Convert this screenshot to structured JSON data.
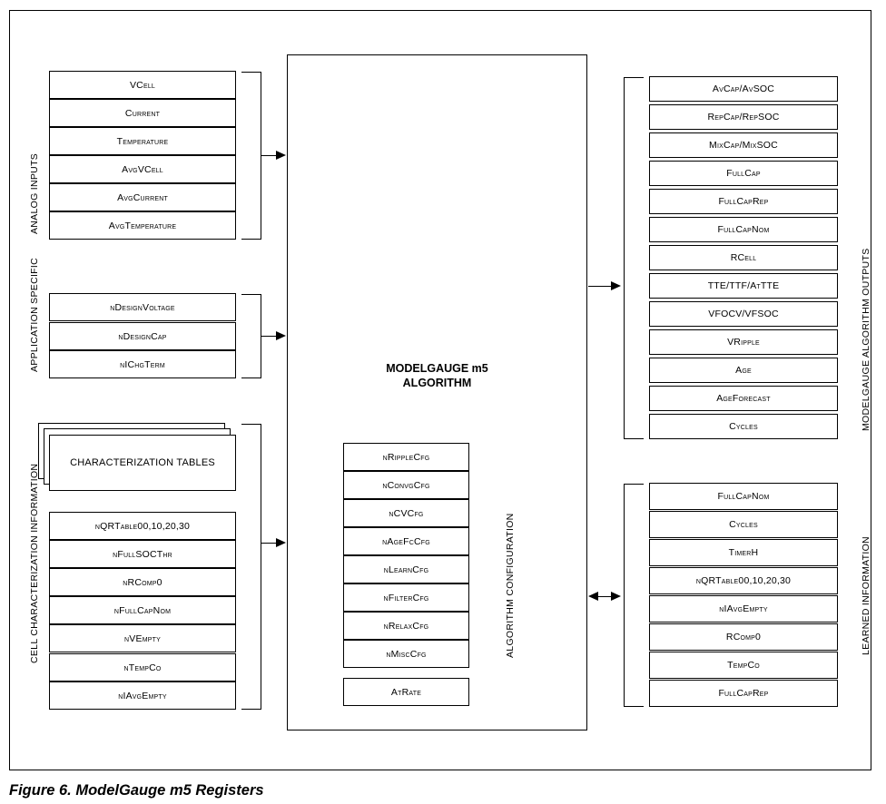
{
  "figure": {
    "caption": "Figure 6. ModelGauge m5 Registers",
    "center_title": "MODELGAUGE m5\nALGORITHM"
  },
  "groups": {
    "analog_inputs": {
      "label": "ANALOG INPUTS",
      "items": [
        "VCell",
        "Current",
        "Temperature",
        "AvgVCell",
        "AvgCurrent",
        "AvgTemperature"
      ]
    },
    "application_specific": {
      "label": "APPLICATION SPECIFIC",
      "items": [
        "nDesignVoltage",
        "nDesignCap",
        "nIChgTerm"
      ]
    },
    "cell_characterization": {
      "label": "CELL CHARACTERIZATION INFORMATION",
      "stack_label": "CHARACTERIZATION TABLES",
      "items": [
        "nQRTable00,10,20,30",
        "nFullSOCThr",
        "nRComp0",
        "nFullCapNom",
        "nVEmpty",
        "nTempCo",
        "nIAvgEmpty"
      ]
    },
    "algorithm_configuration": {
      "label": "ALGORITHM CONFIGURATION",
      "items": [
        "nRippleCfg",
        "nConvgCfg",
        "nCVCfg",
        "nAgeFcCfg",
        "nLearnCfg",
        "nFilterCfg",
        "nRelaxCfg",
        "nMiscCfg"
      ],
      "separate_item": "AtRate"
    },
    "algorithm_outputs": {
      "label": "MODELGAUGE ALGORITHM OUTPUTS",
      "items": [
        "AvCap/AvSOC",
        "RepCap/RepSOC",
        "MixCap/MixSOC",
        "FullCap",
        "FullCapRep",
        "FullCapNom",
        "RCell",
        "TTE/TTF/AtTTE",
        "VFOCV/VFSOC",
        "VRipple",
        "Age",
        "AgeForecast",
        "Cycles"
      ]
    },
    "learned_information": {
      "label": "LEARNED INFORMATION",
      "items": [
        "FullCapNom",
        "Cycles",
        "TimerH",
        "nQRTable00,10,20,30",
        "nIAvgEmpty",
        "RComp0",
        "TempCo",
        "FullCapRep"
      ]
    }
  },
  "connectors": {
    "analog_arrow": "arrow-right",
    "application_arrow": "arrow-right",
    "characterization_arrow": "arrow-right",
    "outputs_arrow": "arrow-right",
    "learned_arrow": "arrow-bidirectional"
  }
}
